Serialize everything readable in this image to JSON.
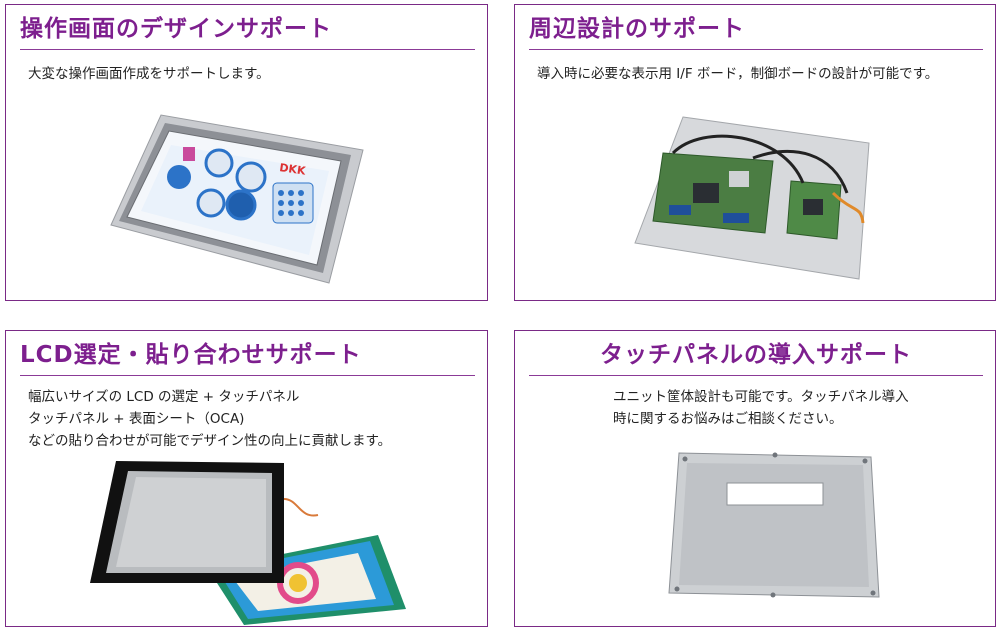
{
  "cards": [
    {
      "title": "操作画面のデザインサポート",
      "lines": [
        "大変な操作画面作成をサポートします。"
      ]
    },
    {
      "title": "周辺設計のサポート",
      "lines": [
        "導入時に必要な表示用 I/F ボード，制御ボードの設計が可能です。"
      ]
    },
    {
      "title": "LCD選定・貼り合わせサポート",
      "lines": [
        "幅広いサイズの LCD の選定 + タッチパネル",
        "タッチパネル + 表面シート（OCA)",
        "などの貼り合わせが可能でデザイン性の向上に貢献します。"
      ]
    },
    {
      "title": "タッチパネルの導入サポート",
      "lines": [
        "ユニット筐体設計も可能です。タッチパネル導入",
        "時に関するお悩みはご相談ください。"
      ]
    }
  ],
  "screen_logo": "DKK",
  "colors": {
    "accent": "#7d1f8e",
    "border": "#7a2a86"
  }
}
